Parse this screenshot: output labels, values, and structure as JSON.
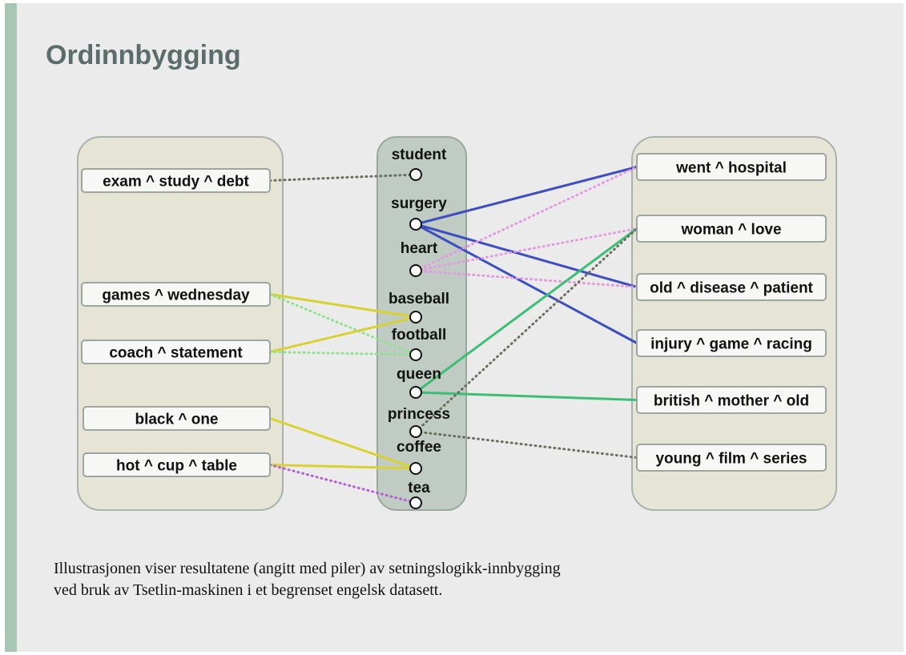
{
  "title": "Ordinnbygging",
  "colors": {
    "slide_bg": "#ebebeb",
    "accent_bar": "#a8c6b5",
    "title": "#5a6d6b",
    "side_panel": "#e6e4d4",
    "center_panel": "#bfcbc3",
    "blue": "#3d4fc0",
    "pink": "#e39ae3",
    "yellow": "#d9d132",
    "green_dotted": "#8de38d",
    "green_solid": "#3cbf74",
    "gray_dotted": "#6d6d5e",
    "purple_dotted": "#b45fd6"
  },
  "left_clauses": [
    {
      "id": "exam",
      "label": "exam ^ study ^ debt"
    },
    {
      "id": "games",
      "label": "games ^ wednesday"
    },
    {
      "id": "coach",
      "label": "coach ^ statement"
    },
    {
      "id": "black",
      "label": "black ^ one"
    },
    {
      "id": "hot",
      "label": "hot ^ cup ^ table"
    }
  ],
  "words": [
    {
      "id": "student",
      "label": "student"
    },
    {
      "id": "surgery",
      "label": "surgery"
    },
    {
      "id": "heart",
      "label": "heart"
    },
    {
      "id": "baseball",
      "label": "baseball"
    },
    {
      "id": "football",
      "label": "football"
    },
    {
      "id": "queen",
      "label": "queen"
    },
    {
      "id": "princess",
      "label": "princess"
    },
    {
      "id": "coffee",
      "label": "coffee"
    },
    {
      "id": "tea",
      "label": "tea"
    }
  ],
  "right_clauses": [
    {
      "id": "went",
      "label": "went ^ hospital"
    },
    {
      "id": "woman",
      "label": "woman ^ love"
    },
    {
      "id": "old",
      "label": "old ^ disease ^ patient"
    },
    {
      "id": "injury",
      "label": "injury ^ game ^ racing"
    },
    {
      "id": "british",
      "label": "british ^ mother ^ old"
    },
    {
      "id": "young",
      "label": "young ^ film ^ series"
    }
  ],
  "connections": [
    {
      "from": "exam",
      "to": "student",
      "color": "gray_dotted",
      "style": "dotted"
    },
    {
      "from": "games",
      "to": "baseball",
      "color": "yellow",
      "style": "solid"
    },
    {
      "from": "games",
      "to": "football",
      "color": "green_dotted",
      "style": "dotted"
    },
    {
      "from": "coach",
      "to": "baseball",
      "color": "yellow",
      "style": "solid"
    },
    {
      "from": "coach",
      "to": "football",
      "color": "green_dotted",
      "style": "dotted"
    },
    {
      "from": "black",
      "to": "coffee",
      "color": "yellow",
      "style": "solid"
    },
    {
      "from": "hot",
      "to": "coffee",
      "color": "yellow",
      "style": "solid"
    },
    {
      "from": "hot",
      "to": "tea",
      "color": "purple_dotted",
      "style": "dotted"
    },
    {
      "from": "surgery",
      "to": "went",
      "color": "blue",
      "style": "solid"
    },
    {
      "from": "surgery",
      "to": "old",
      "color": "blue",
      "style": "solid"
    },
    {
      "from": "surgery",
      "to": "injury",
      "color": "blue",
      "style": "solid"
    },
    {
      "from": "heart",
      "to": "went",
      "color": "pink",
      "style": "dotted"
    },
    {
      "from": "heart",
      "to": "woman",
      "color": "pink",
      "style": "dotted"
    },
    {
      "from": "heart",
      "to": "old",
      "color": "pink",
      "style": "dotted"
    },
    {
      "from": "queen",
      "to": "woman",
      "color": "green_solid",
      "style": "solid"
    },
    {
      "from": "queen",
      "to": "british",
      "color": "green_solid",
      "style": "solid"
    },
    {
      "from": "princess",
      "to": "woman",
      "color": "gray_dotted",
      "style": "dotted"
    },
    {
      "from": "princess",
      "to": "young",
      "color": "gray_dotted",
      "style": "dotted"
    }
  ],
  "caption": {
    "line1": "Illustrasjonen viser resultatene (angitt med piler) av setningslogikk-innbygging",
    "line2": "ved bruk av Tsetlin-maskinen  i et begrenset engelsk datasett."
  }
}
